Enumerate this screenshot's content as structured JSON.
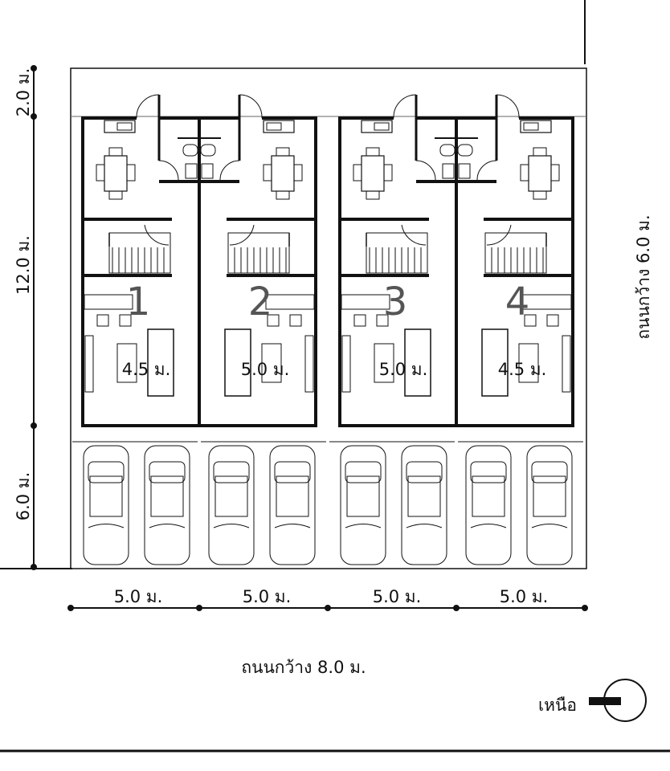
{
  "plan": {
    "units": [
      {
        "number": "1",
        "width_label": "4.5 ม.",
        "mirrored": false
      },
      {
        "number": "2",
        "width_label": "5.0 ม.",
        "mirrored": true
      },
      {
        "number": "3",
        "width_label": "5.0 ม.",
        "mirrored": false
      },
      {
        "number": "4",
        "width_label": "4.5 ม.",
        "mirrored": true
      }
    ],
    "left_dimensions": [
      "2.0 ม.",
      "12.0 ม.",
      "6.0 ม."
    ],
    "bottom_dimensions": [
      "5.0 ม.",
      "5.0 ม.",
      "5.0 ม.",
      "5.0 ม."
    ],
    "road_bottom": "ถนนกว้าง 8.0 ม.",
    "road_right": "ถนนกว้าง 6.0 ม.",
    "north_label": "เหนือ"
  }
}
